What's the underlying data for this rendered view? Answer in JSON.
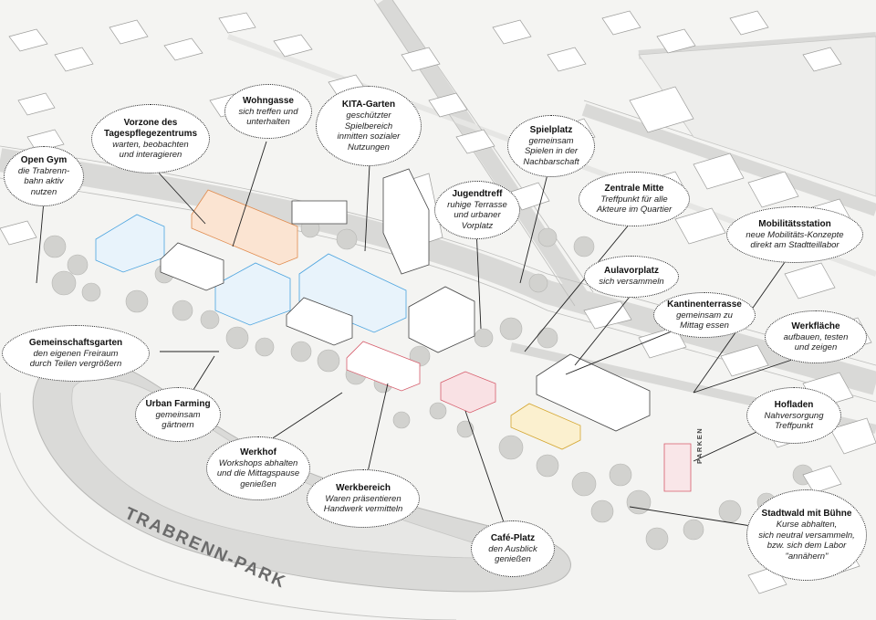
{
  "park_label": "TRABRENN-PARK",
  "parking_label": "PARKEN",
  "colors": {
    "ground": "#f4f4f2",
    "road": "#e2e2e0",
    "track": "#d6d6d4",
    "blue_building": "#4aa3df",
    "orange_building": "#e08a4c",
    "pink_building": "#d65c6b",
    "yellow_building": "#e9c55e"
  },
  "callouts": [
    {
      "title": "Open Gym",
      "desc": "die Trabrenn-\nbahn aktiv\nnutzen"
    },
    {
      "title": "Vorzone des\nTagespflegezentrums",
      "desc": "warten, beobachten\nund interagieren"
    },
    {
      "title": "Wohngasse",
      "desc": "sich treffen und\nunterhalten"
    },
    {
      "title": "KITA-Garten",
      "desc": "geschützter\nSpielbereich\ninmitten sozialer\nNutzungen"
    },
    {
      "title": "Spielplatz",
      "desc": "gemeinsam\nSpielen in der\nNachbarschaft"
    },
    {
      "title": "Jugendtreff",
      "desc": "ruhige Terrasse\nund urbaner\nVorplatz"
    },
    {
      "title": "Zentrale Mitte",
      "desc": "Treffpunkt für alle\nAkteure im Quartier"
    },
    {
      "title": "Mobilitätsstation",
      "desc": "neue Mobilitäts-Konzepte\ndirekt am Stadtteillabor"
    },
    {
      "title": "Aulavorplatz",
      "desc": "sich versammeln"
    },
    {
      "title": "Kantinenterrasse",
      "desc": "gemeinsam zu\nMittag essen"
    },
    {
      "title": "Werkfläche",
      "desc": "aufbauen, testen\nund zeigen"
    },
    {
      "title": "Gemeinschaftsgarten",
      "desc": "den eigenen Freiraum\ndurch Teilen vergrößern"
    },
    {
      "title": "Urban Farming",
      "desc": "gemeinsam\ngärtnern"
    },
    {
      "title": "Hofladen",
      "desc": "Nahversorgung\nTreffpunkt"
    },
    {
      "title": "Werkhof",
      "desc": "Workshops abhalten\nund die Mittagspause\ngenießen"
    },
    {
      "title": "Werkbereich",
      "desc": "Waren präsentieren\nHandwerk vermitteln"
    },
    {
      "title": "Stadtwald mit Bühne",
      "desc": "Kurse abhalten,\nsich neutral versammeln,\nbzw. sich dem Labor\n\"annähern\""
    },
    {
      "title": "Café-Platz",
      "desc": "den Ausblick\ngenießen"
    }
  ]
}
